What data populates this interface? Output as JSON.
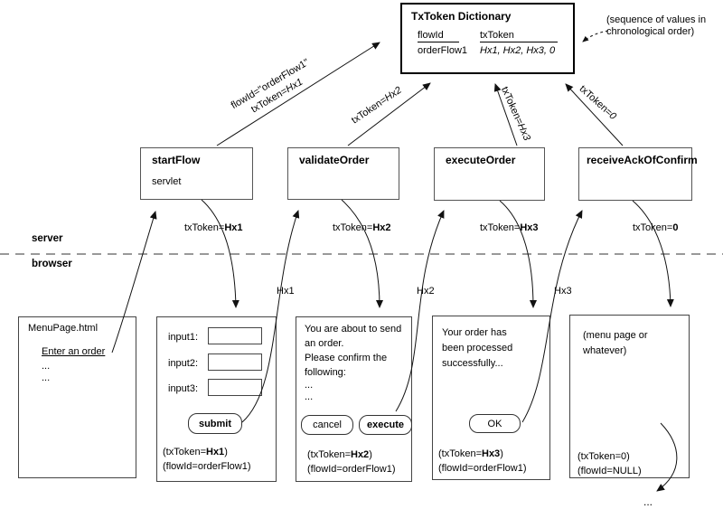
{
  "dictionary": {
    "title": "TxToken Dictionary",
    "col_flow": "flowId",
    "col_token": "txToken",
    "row_flow": "orderFlow1",
    "row_tokens": "Hx1, Hx2, Hx3, 0"
  },
  "annotation": {
    "line1": "(sequence of values in",
    "line2": "chronological order)"
  },
  "tiers": {
    "server": "server",
    "browser": "browser"
  },
  "servlets": [
    {
      "name": "startFlow",
      "subtitle": "servlet"
    },
    {
      "name": "validateOrder"
    },
    {
      "name": "executeOrder"
    },
    {
      "name": "receiveAckOfConfirm"
    }
  ],
  "up_labels": {
    "flow_line": "flowId=\"orderFlow1\"",
    "t1_prefix": "txToken=",
    "t1_value": "Hx1",
    "t2_prefix": "txToken=",
    "t2_value": "Hx2",
    "t3_prefix": "txToken=",
    "t3_value": "Hx3",
    "t4_prefix": "txToken=",
    "t4_value": "0"
  },
  "down_labels": [
    {
      "prefix": "txToken=",
      "value": "Hx1"
    },
    {
      "prefix": "txToken=",
      "value": "Hx2"
    },
    {
      "prefix": "txToken=",
      "value": "Hx3"
    },
    {
      "prefix": "txToken=",
      "value": "0"
    }
  ],
  "mid_labels": [
    "Hx1",
    "Hx2",
    "Hx3"
  ],
  "pages": {
    "menu": {
      "title": "MenuPage.html",
      "link": "Enter an order",
      "dots1": "...",
      "dots2": "..."
    },
    "form": {
      "field1": "input1:",
      "field2": "input2:",
      "field3": "input3:",
      "submit": "submit",
      "token_prefix": "(txToken=",
      "token_value": "Hx1",
      "token_suffix": ")",
      "flow": "(flowId=orderFlow1)"
    },
    "confirm": {
      "line1": "You are about to send",
      "line2": "an order.",
      "line3": "Please confirm the",
      "line4": "following:",
      "dots1": "...",
      "dots2": "...",
      "cancel": "cancel",
      "execute": "execute",
      "token_prefix": "(txToken=",
      "token_value": "Hx2",
      "token_suffix": ")",
      "flow": "(flowId=orderFlow1)"
    },
    "success": {
      "line1": "Your order has",
      "line2": "been processed",
      "line3": "successfully...",
      "ok": "OK",
      "token_prefix": "(txToken=",
      "token_value": "Hx3",
      "token_suffix": ")",
      "flow": "(flowId=orderFlow1)"
    },
    "end": {
      "line1": "(menu page or",
      "line2": "whatever)",
      "token": "(txToken=0)",
      "flow": "(flowId=NULL)"
    }
  },
  "trailing_ellipsis": "..."
}
